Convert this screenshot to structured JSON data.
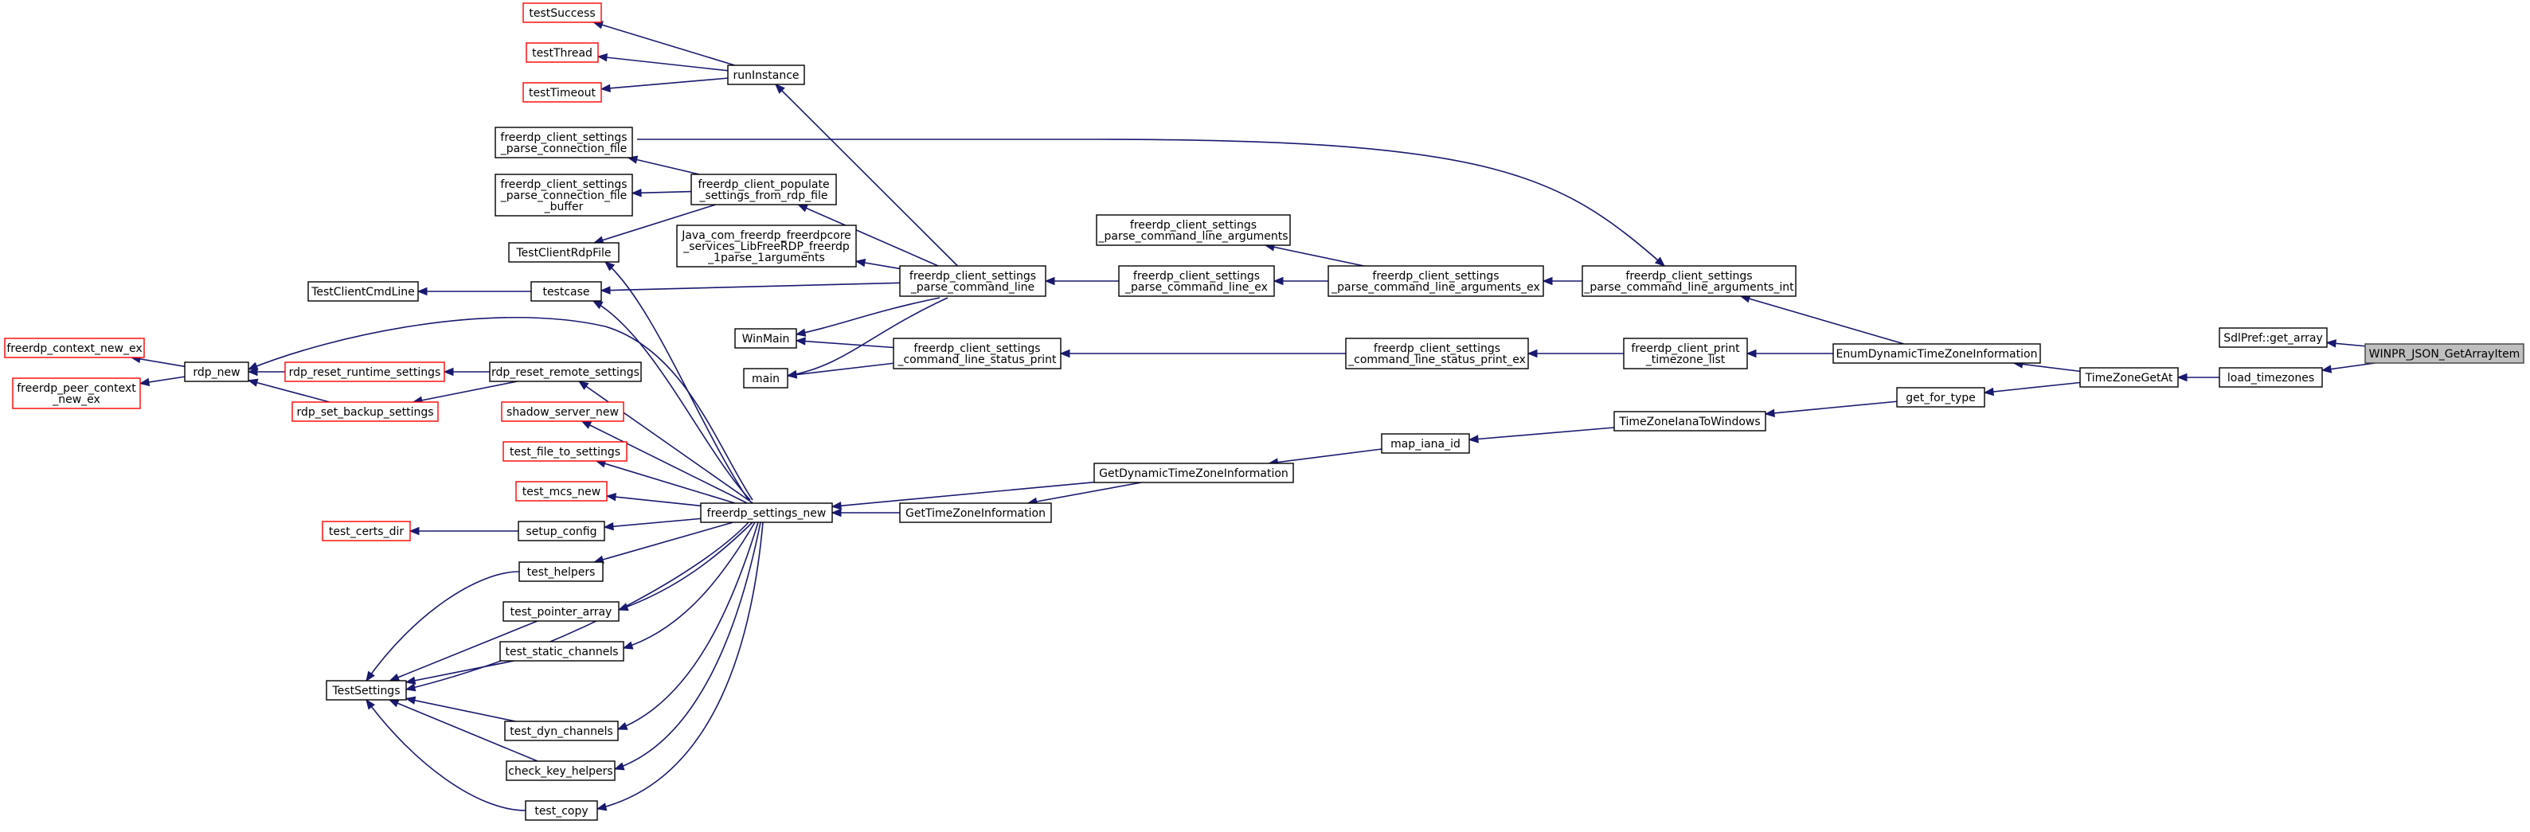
{
  "graph": {
    "focus_node": "WINPR_JSON_GetArrayItem",
    "colors": {
      "edge": "#191970",
      "node_border": "#000000",
      "truncated_node_border": "#ff0000",
      "focus_fill": "#bfbfbf"
    },
    "nodes": [
      {
        "id": "n_focus",
        "label": [
          "WINPR_JSON_GetArrayItem"
        ],
        "style": "focus"
      },
      {
        "id": "n_sdlpref",
        "label": [
          "SdlPref::get_array"
        ]
      },
      {
        "id": "n_loadtz",
        "label": [
          "load_timezones"
        ]
      },
      {
        "id": "n_tzgetat",
        "label": [
          "TimeZoneGetAt"
        ]
      },
      {
        "id": "n_enumdyn",
        "label": [
          "EnumDynamicTimeZoneInformation"
        ]
      },
      {
        "id": "n_getfortype",
        "label": [
          "get_for_type"
        ]
      },
      {
        "id": "n_args_int",
        "label": [
          "freerdp_client_settings",
          "_parse_command_line_arguments_int"
        ]
      },
      {
        "id": "n_print_tz",
        "label": [
          "freerdp_client_print",
          "_timezone_list"
        ]
      },
      {
        "id": "n_tziana",
        "label": [
          "TimeZoneIanaToWindows"
        ]
      },
      {
        "id": "n_args_ex",
        "label": [
          "freerdp_client_settings",
          "_parse_command_line_arguments_ex"
        ]
      },
      {
        "id": "n_status_ex",
        "label": [
          "freerdp_client_settings",
          "_command_line_status_print_ex"
        ]
      },
      {
        "id": "n_mapiana",
        "label": [
          "map_iana_id"
        ]
      },
      {
        "id": "n_args",
        "label": [
          "freerdp_client_settings",
          "_parse_command_line_arguments"
        ]
      },
      {
        "id": "n_cmdline_ex",
        "label": [
          "freerdp_client_settings",
          "_parse_command_line_ex"
        ]
      },
      {
        "id": "n_getdyn",
        "label": [
          "GetDynamicTimeZoneInformation"
        ]
      },
      {
        "id": "n_cmdline",
        "label": [
          "freerdp_client_settings",
          "_parse_command_line"
        ]
      },
      {
        "id": "n_status",
        "label": [
          "freerdp_client_settings",
          "_command_line_status_print"
        ]
      },
      {
        "id": "n_gettz",
        "label": [
          "GetTimeZoneInformation"
        ]
      },
      {
        "id": "n_runinst",
        "label": [
          "runInstance"
        ]
      },
      {
        "id": "n_populate",
        "label": [
          "freerdp_client_populate",
          "_settings_from_rdp_file"
        ]
      },
      {
        "id": "n_java",
        "label": [
          "Java_com_freerdp_freerdpcore",
          "_services_LibFreeRDP_freerdp",
          "_1parse_1arguments"
        ]
      },
      {
        "id": "n_winmain",
        "label": [
          "WinMain"
        ]
      },
      {
        "id": "n_main",
        "label": [
          "main"
        ]
      },
      {
        "id": "n_testcase",
        "label": [
          "testcase"
        ]
      },
      {
        "id": "n_settings_new",
        "label": [
          "freerdp_settings_new"
        ]
      },
      {
        "id": "n_testsuccess",
        "label": [
          "testSuccess"
        ],
        "style": "trunc"
      },
      {
        "id": "n_testthread",
        "label": [
          "testThread"
        ],
        "style": "trunc"
      },
      {
        "id": "n_testtimeout",
        "label": [
          "testTimeout"
        ],
        "style": "trunc"
      },
      {
        "id": "n_conn_file",
        "label": [
          "freerdp_client_settings",
          "_parse_connection_file"
        ]
      },
      {
        "id": "n_conn_buf",
        "label": [
          "freerdp_client_settings",
          "_parse_connection_file",
          "_buffer"
        ]
      },
      {
        "id": "n_testrdpfile",
        "label": [
          "TestClientRdpFile"
        ]
      },
      {
        "id": "n_testcmdline",
        "label": [
          "TestClientCmdLine"
        ]
      },
      {
        "id": "n_rdp_reset_remote",
        "label": [
          "rdp_reset_remote_settings"
        ]
      },
      {
        "id": "n_rdp_reset_runtime",
        "label": [
          "rdp_reset_runtime_settings"
        ],
        "style": "trunc"
      },
      {
        "id": "n_rdp_set_backup",
        "label": [
          "rdp_set_backup_settings"
        ],
        "style": "trunc"
      },
      {
        "id": "n_rdp_new",
        "label": [
          "rdp_new"
        ]
      },
      {
        "id": "n_ctx_new_ex",
        "label": [
          "freerdp_context_new_ex"
        ],
        "style": "trunc"
      },
      {
        "id": "n_peer_ctx",
        "label": [
          "freerdp_peer_context",
          "_new_ex"
        ],
        "style": "trunc"
      },
      {
        "id": "n_shadow",
        "label": [
          "shadow_server_new"
        ],
        "style": "trunc"
      },
      {
        "id": "n_test_file",
        "label": [
          "test_file_to_settings"
        ],
        "style": "trunc"
      },
      {
        "id": "n_test_mcs",
        "label": [
          "test_mcs_new"
        ],
        "style": "trunc"
      },
      {
        "id": "n_setup_config",
        "label": [
          "setup_config"
        ]
      },
      {
        "id": "n_test_certs",
        "label": [
          "test_certs_dir"
        ],
        "style": "trunc"
      },
      {
        "id": "n_test_helpers",
        "label": [
          "test_helpers"
        ]
      },
      {
        "id": "n_test_pointer",
        "label": [
          "test_pointer_array"
        ]
      },
      {
        "id": "n_test_static",
        "label": [
          "test_static_channels"
        ]
      },
      {
        "id": "n_test_dyn",
        "label": [
          "test_dyn_channels"
        ]
      },
      {
        "id": "n_check_key",
        "label": [
          "check_key_helpers"
        ]
      },
      {
        "id": "n_test_copy",
        "label": [
          "test_copy"
        ]
      },
      {
        "id": "n_testsettings",
        "label": [
          "TestSettings"
        ]
      }
    ],
    "edges": [
      [
        "n_sdlpref",
        "n_focus"
      ],
      [
        "n_loadtz",
        "n_focus"
      ],
      [
        "n_tzgetat",
        "n_loadtz"
      ],
      [
        "n_enumdyn",
        "n_tzgetat"
      ],
      [
        "n_getfortype",
        "n_tzgetat"
      ],
      [
        "n_args_int",
        "n_enumdyn"
      ],
      [
        "n_print_tz",
        "n_enumdyn"
      ],
      [
        "n_tziana",
        "n_getfortype"
      ],
      [
        "n_args_ex",
        "n_args_int"
      ],
      [
        "n_args_int",
        "n_conn_file"
      ],
      [
        "n_status_ex",
        "n_print_tz"
      ],
      [
        "n_mapiana",
        "n_tziana"
      ],
      [
        "n_args",
        "n_args_ex"
      ],
      [
        "n_cmdline_ex",
        "n_args_ex"
      ],
      [
        "n_status",
        "n_status_ex"
      ],
      [
        "n_getdyn",
        "n_mapiana"
      ],
      [
        "n_cmdline",
        "n_cmdline_ex"
      ],
      [
        "n_gettz",
        "n_getdyn"
      ],
      [
        "n_settings_new",
        "n_getdyn"
      ],
      [
        "n_runinst",
        "n_cmdline"
      ],
      [
        "n_populate",
        "n_cmdline"
      ],
      [
        "n_java",
        "n_cmdline"
      ],
      [
        "n_testcase",
        "n_cmdline"
      ],
      [
        "n_winmain",
        "n_cmdline"
      ],
      [
        "n_main",
        "n_cmdline"
      ],
      [
        "n_winmain",
        "n_status"
      ],
      [
        "n_main",
        "n_status"
      ],
      [
        "n_settings_new",
        "n_gettz"
      ],
      [
        "n_testsuccess",
        "n_runinst"
      ],
      [
        "n_testthread",
        "n_runinst"
      ],
      [
        "n_testtimeout",
        "n_runinst"
      ],
      [
        "n_conn_file",
        "n_populate"
      ],
      [
        "n_conn_buf",
        "n_populate"
      ],
      [
        "n_testrdpfile",
        "n_populate"
      ],
      [
        "n_testcmdline",
        "n_testcase"
      ],
      [
        "n_rdp_reset_runtime",
        "n_rdp_reset_remote"
      ],
      [
        "n_rdp_set_backup",
        "n_rdp_reset_remote"
      ],
      [
        "n_rdp_new",
        "n_rdp_set_backup"
      ],
      [
        "n_rdp_new",
        "n_rdp_reset_runtime"
      ],
      [
        "n_ctx_new_ex",
        "n_rdp_new"
      ],
      [
        "n_peer_ctx",
        "n_rdp_new"
      ],
      [
        "n_rdp_new",
        "n_settings_new"
      ],
      [
        "n_rdp_reset_remote",
        "n_settings_new"
      ],
      [
        "n_shadow",
        "n_settings_new"
      ],
      [
        "n_test_file",
        "n_settings_new"
      ],
      [
        "n_test_mcs",
        "n_settings_new"
      ],
      [
        "n_setup_config",
        "n_settings_new"
      ],
      [
        "n_test_certs",
        "n_setup_config"
      ],
      [
        "n_testrdpfile",
        "n_settings_new"
      ],
      [
        "n_testcase",
        "n_settings_new"
      ],
      [
        "n_test_helpers",
        "n_settings_new"
      ],
      [
        "n_test_pointer",
        "n_settings_new"
      ],
      [
        "n_test_static",
        "n_settings_new"
      ],
      [
        "n_test_dyn",
        "n_settings_new"
      ],
      [
        "n_check_key",
        "n_settings_new"
      ],
      [
        "n_test_copy",
        "n_settings_new"
      ],
      [
        "n_testsettings",
        "n_settings_new"
      ],
      [
        "n_testsettings",
        "n_test_helpers"
      ],
      [
        "n_testsettings",
        "n_test_pointer"
      ],
      [
        "n_testsettings",
        "n_test_static"
      ],
      [
        "n_testsettings",
        "n_test_dyn"
      ],
      [
        "n_testsettings",
        "n_check_key"
      ],
      [
        "n_testsettings",
        "n_test_copy"
      ]
    ]
  }
}
